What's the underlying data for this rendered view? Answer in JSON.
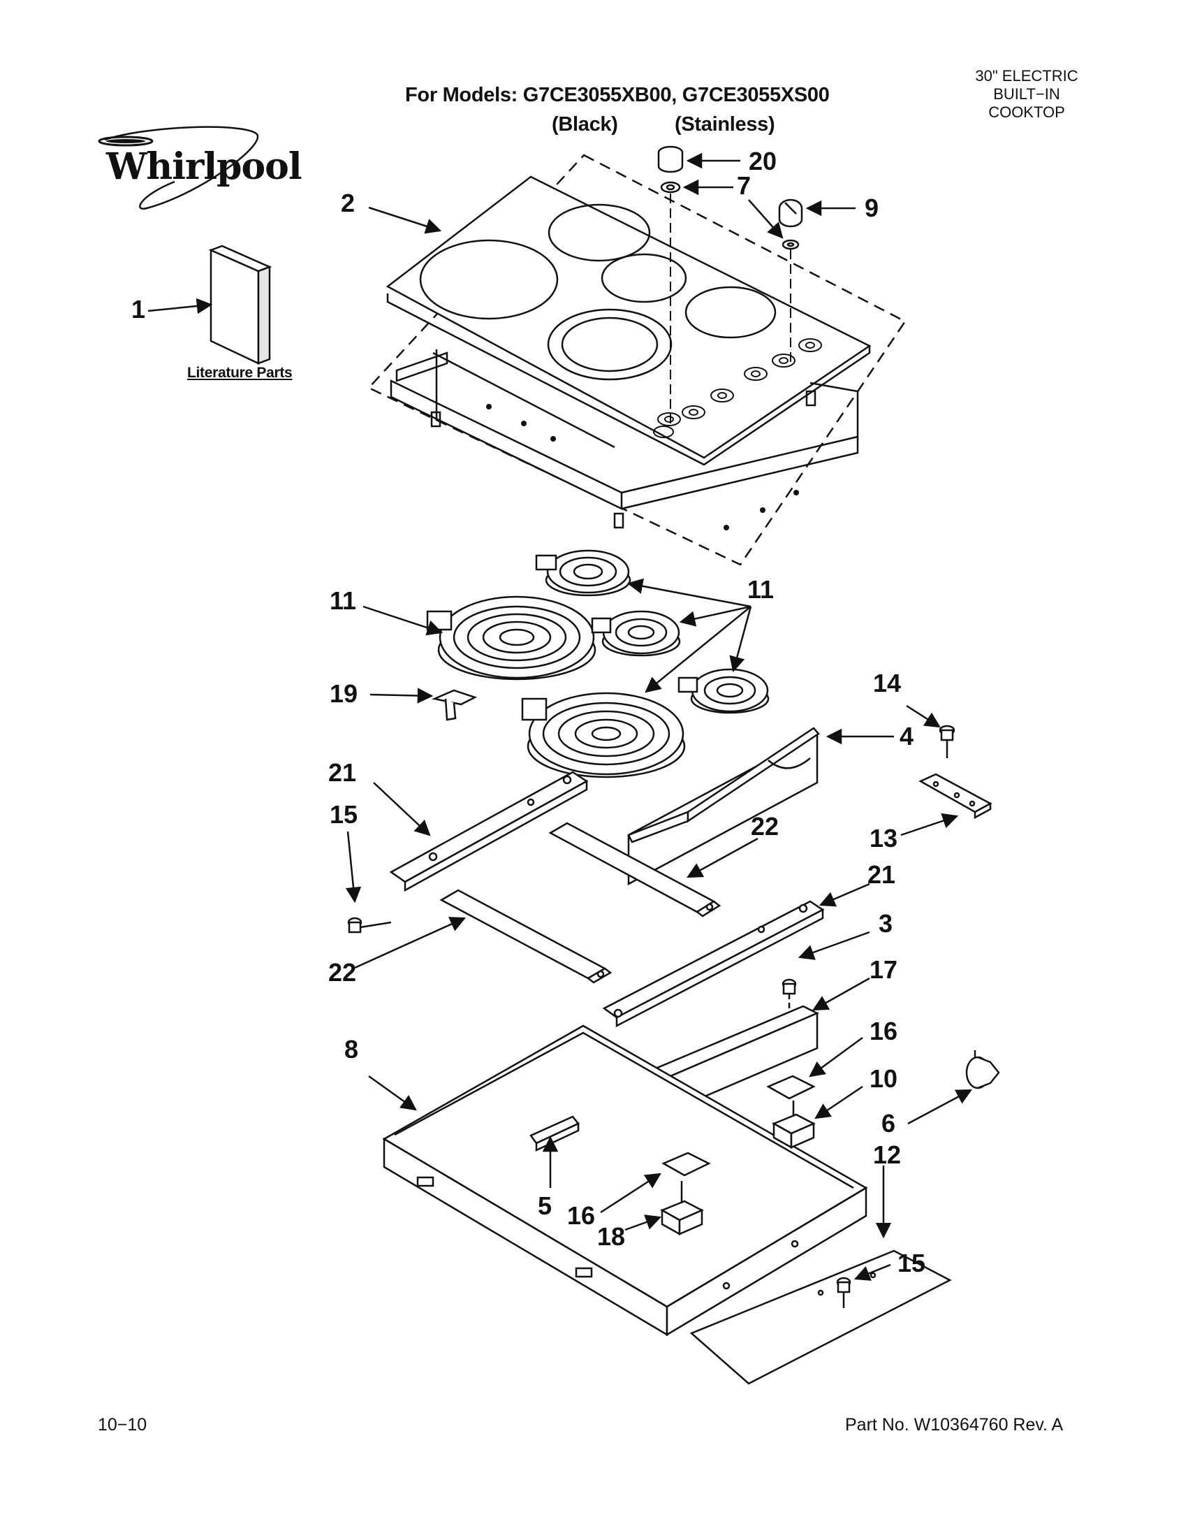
{
  "header": {
    "models_line": "For Models: G7CE3055XB00, G7CE3055XS00",
    "variant_black": "(Black)",
    "variant_stainless": "(Stainless)",
    "corner_line1": "30\" ELECTRIC",
    "corner_line2": "BUILT−IN",
    "corner_line3": "COOKTOP"
  },
  "brand": {
    "logo_text": "Whirlpool"
  },
  "literature_label": "Literature Parts",
  "callouts": {
    "c1": "1",
    "c2": "2",
    "c3": "3",
    "c4": "4",
    "c5": "5",
    "c6": "6",
    "c7": "7",
    "c8": "8",
    "c9": "9",
    "c10": "10",
    "c11a": "11",
    "c11b": "11",
    "c12": "12",
    "c13": "13",
    "c14": "14",
    "c15a": "15",
    "c15b": "15",
    "c16a": "16",
    "c16b": "16",
    "c17": "17",
    "c18": "18",
    "c19": "19",
    "c20": "20",
    "c21a": "21",
    "c21b": "21",
    "c22a": "22",
    "c22b": "22"
  },
  "footer": {
    "date": "10−10",
    "part_number": "Part No. W10364760 Rev. A"
  }
}
